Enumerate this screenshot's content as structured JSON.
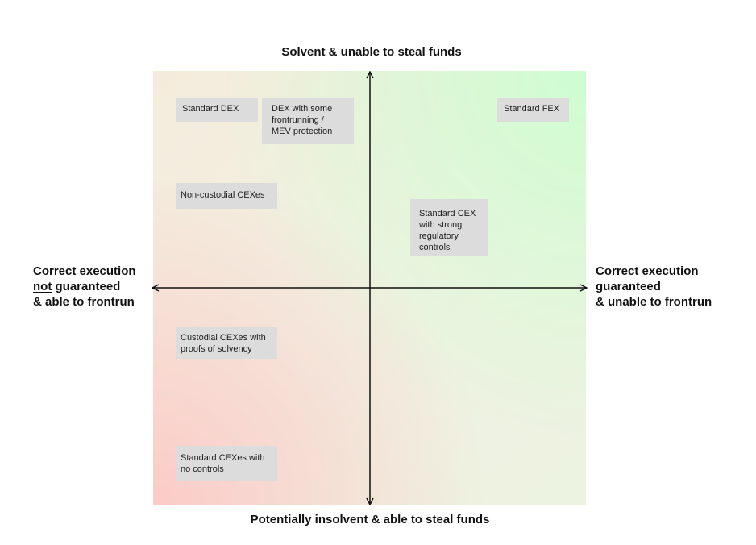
{
  "axes": {
    "top": "Solvent & unable to steal funds",
    "bottom": "Potentially insolvent & able to steal funds",
    "left": {
      "line1": "Correct execution",
      "line2_underlined": "not",
      "line2_rest": " guaranteed",
      "line3": "& able to frontrun"
    },
    "right": {
      "line1": "Correct execution",
      "line2": "guaranteed",
      "line3": "& unable to frontrun"
    }
  },
  "items": {
    "standard_dex": "Standard DEX",
    "dex_mev": "DEX with some frontrunning / MEV protection",
    "standard_fex": "Standard FEX",
    "non_custodial": "Non-custodial CEXes",
    "standard_cex": "Standard CEX with strong regulatory controls",
    "custodial_proofs": "Custodial CEXes with proofs of solvency",
    "standard_cex_no_controls": "Standard CEXes with no controls"
  },
  "colors": {
    "box_fill": "#dcdcdc",
    "axis": "#111111",
    "gradient_low": "#ffbebe",
    "gradient_high": "#c8ffcd"
  }
}
